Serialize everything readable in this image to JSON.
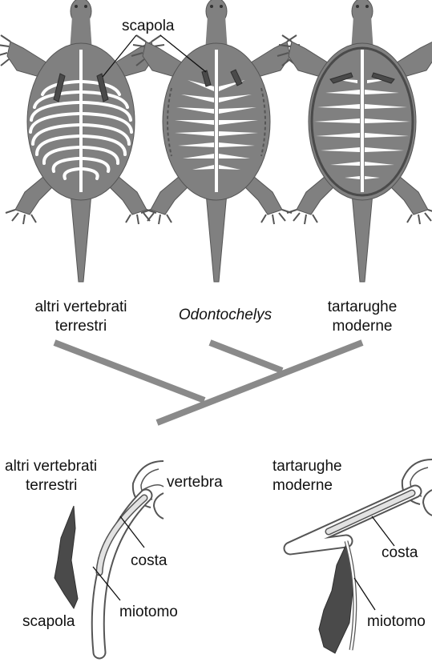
{
  "labels": {
    "top_scapola": "scapola",
    "clade_left": [
      "altri vertebrati",
      "terrestri"
    ],
    "clade_middle": "Odontochelys",
    "clade_right": [
      "tartarughe",
      "moderne"
    ],
    "bottom_left_title": [
      "altri vertebrati",
      "terrestri"
    ],
    "bottom_left_vertebra": "vertebra",
    "bottom_left_costa": "costa",
    "bottom_left_miotomo": "miotomo",
    "bottom_left_scapola": "scapola",
    "bottom_right_title": [
      "tartarughe",
      "moderne"
    ],
    "bottom_right_costa": "costa",
    "bottom_right_miotomo": "miotomo"
  },
  "colors": {
    "body": "#808080",
    "outline": "#555555",
    "bone": "#ffffff",
    "scapula": "#4a4a4a",
    "tree": "#8a8a8a",
    "rib_fill": "#e2e2e2",
    "text": "#111111"
  }
}
